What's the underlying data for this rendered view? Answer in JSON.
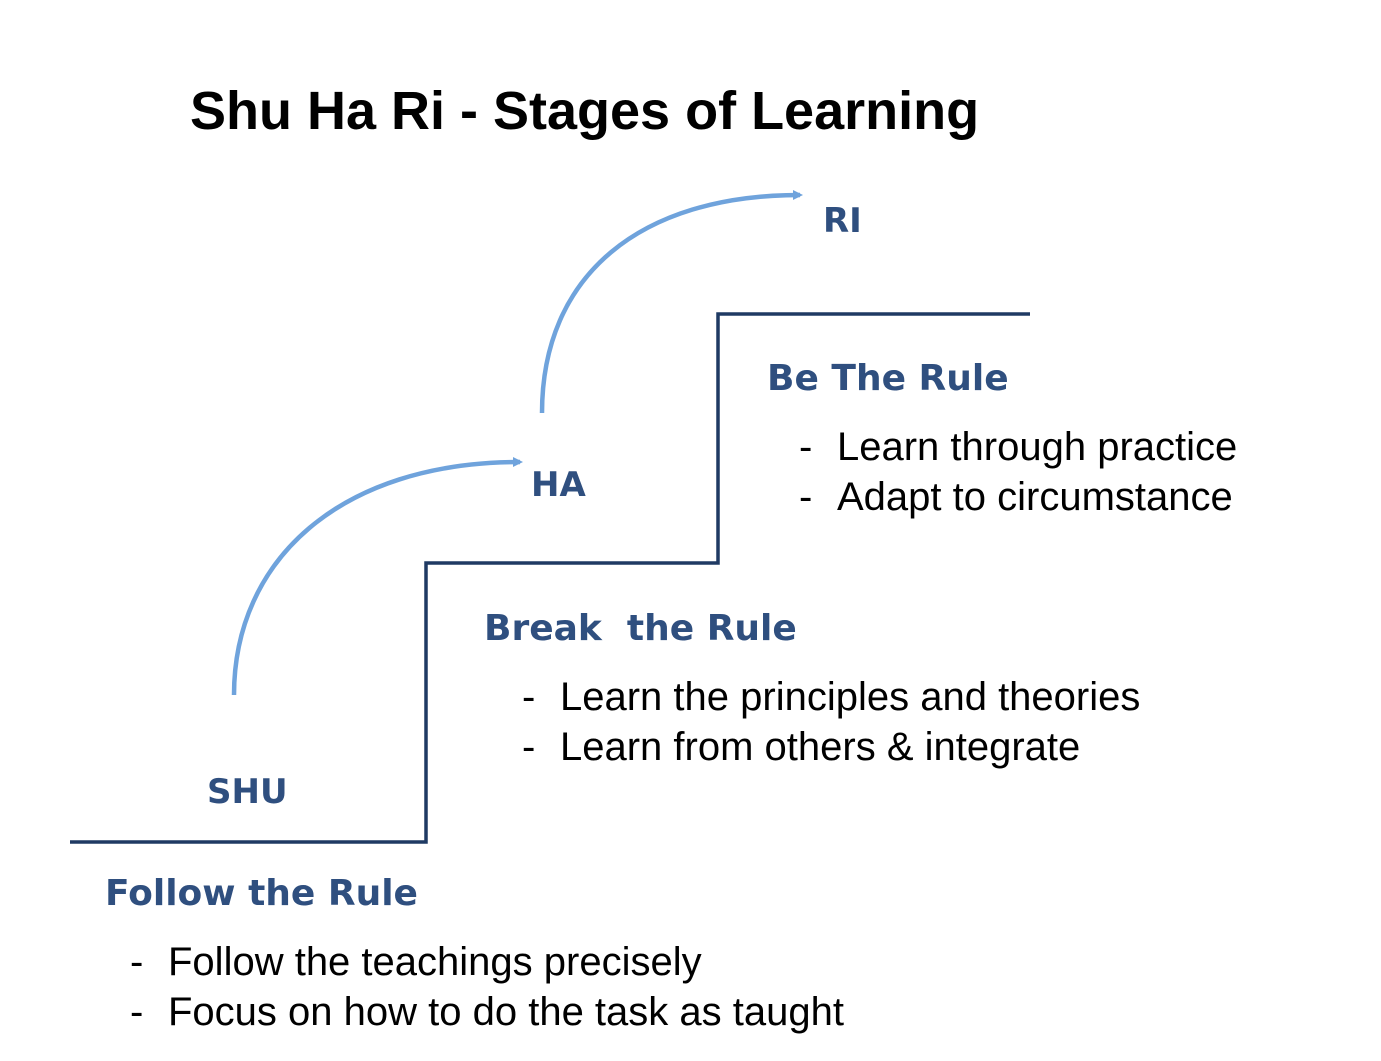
{
  "title": "Shu Ha Ri - Stages of Learning",
  "colors": {
    "step_line": "#1f3a63",
    "arrow": "#6fa3dc",
    "stage_text": "#2f4f7f",
    "body_text": "#000000"
  },
  "stages": [
    {
      "name": "SHU",
      "rule": "Follow the Rule",
      "bullets": [
        "Follow the teachings precisely",
        "Focus on how to do the task as taught"
      ]
    },
    {
      "name": "HA",
      "rule": "Break  the Rule",
      "bullets": [
        "Learn the principles and theories",
        "Learn from others & integrate"
      ]
    },
    {
      "name": "RI",
      "rule": "Be The Rule",
      "bullets": [
        "Learn through practice",
        "Adapt to circumstance"
      ]
    }
  ],
  "bullet_marker": "-"
}
